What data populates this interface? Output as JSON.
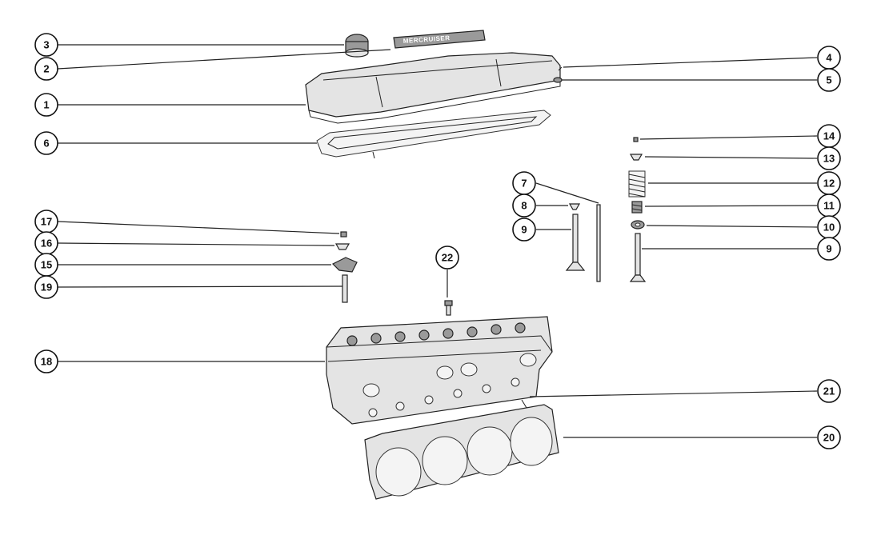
{
  "diagram": {
    "badge_text": "MERCRUISER",
    "colors": {
      "ink": "#111111",
      "part_fill": "#e4e4e4",
      "part_shadow": "#9a9a9a",
      "background": "#ffffff"
    },
    "callouts": [
      {
        "id": "c3",
        "label": "3"
      },
      {
        "id": "c2",
        "label": "2"
      },
      {
        "id": "c1",
        "label": "1"
      },
      {
        "id": "c6",
        "label": "6"
      },
      {
        "id": "c4",
        "label": "4"
      },
      {
        "id": "c5",
        "label": "5"
      },
      {
        "id": "c14",
        "label": "14"
      },
      {
        "id": "c13",
        "label": "13"
      },
      {
        "id": "c12",
        "label": "12"
      },
      {
        "id": "c11",
        "label": "11"
      },
      {
        "id": "c10",
        "label": "10"
      },
      {
        "id": "c9r",
        "label": "9"
      },
      {
        "id": "c7",
        "label": "7"
      },
      {
        "id": "c8",
        "label": "8"
      },
      {
        "id": "c9l",
        "label": "9"
      },
      {
        "id": "c17",
        "label": "17"
      },
      {
        "id": "c16",
        "label": "16"
      },
      {
        "id": "c15",
        "label": "15"
      },
      {
        "id": "c19",
        "label": "19"
      },
      {
        "id": "c22",
        "label": "22"
      },
      {
        "id": "c18",
        "label": "18"
      },
      {
        "id": "c21",
        "label": "21"
      },
      {
        "id": "c20",
        "label": "20"
      }
    ]
  }
}
